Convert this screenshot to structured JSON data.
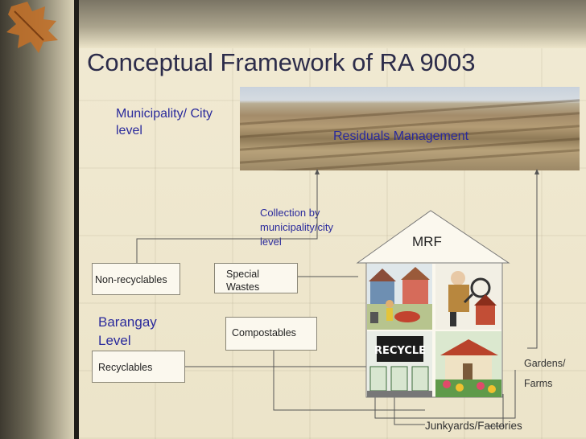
{
  "title": "Conceptual Framework of RA 9003",
  "municipality_label": [
    "Municipality/ City",
    "level"
  ],
  "residuals_label": "Residuals Management",
  "collection_label": [
    "Collection by",
    "municipality/city",
    "level"
  ],
  "mrf_label": "MRF",
  "non_recyclables": "Non-recyclables",
  "special_wastes": [
    "Special",
    "Wastes"
  ],
  "barangay_label": [
    "Barangay",
    "Level"
  ],
  "compostables": "Compostables",
  "recyclables": "Recyclables",
  "gardens_label": [
    "Gardens/",
    "Farms"
  ],
  "junkyards_label": "Junkyards/Factories",
  "recycle_sign": "RECYCLE",
  "colors": {
    "title": "#2c2c4a",
    "blue_text": "#2a2a9c",
    "box_bg": "#fbf8ee",
    "connector": "#555555"
  }
}
